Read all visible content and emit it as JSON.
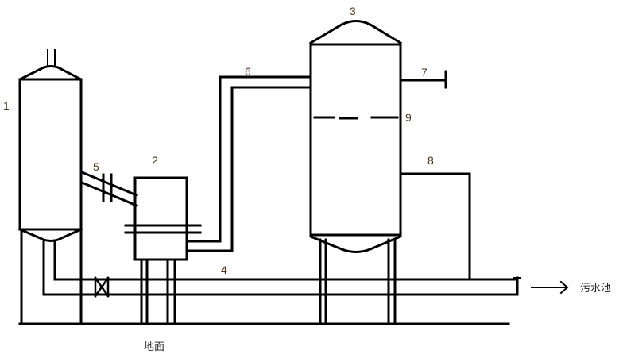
{
  "labels": {
    "vessel_1": "1",
    "vessel_2": "2",
    "vessel_3": "3",
    "pipe_4": "4",
    "pipe_5": "5",
    "pipe_6": "6",
    "pipe_7": "7",
    "pipe_8": "8",
    "level_9": "9"
  },
  "annotations": {
    "ground": "地面",
    "sewage_pool": "污水池"
  },
  "colors": {
    "line": "#000000",
    "label": "#4a3518"
  }
}
